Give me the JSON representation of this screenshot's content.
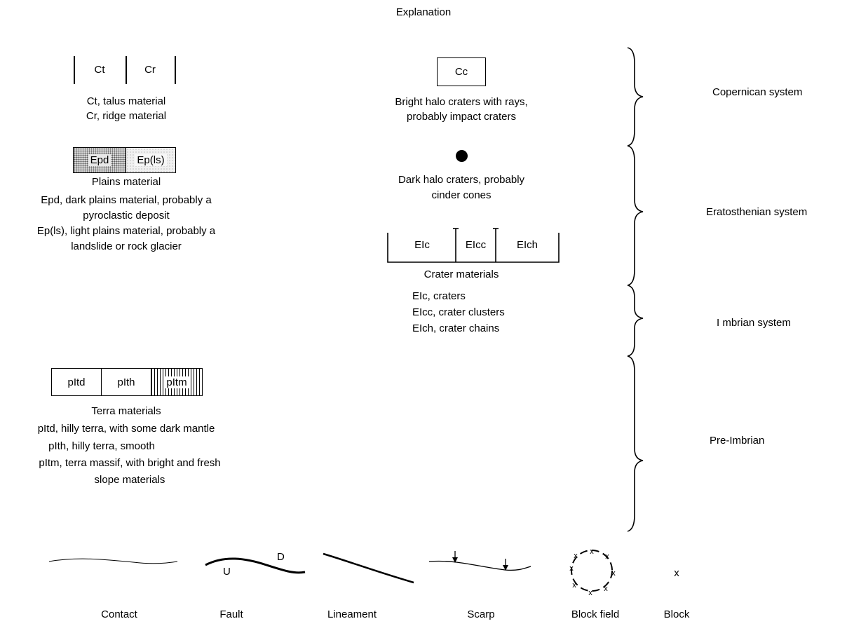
{
  "title": "Explanation",
  "copernican_units": {
    "boxes": [
      "Ct",
      "Cr"
    ],
    "desc": [
      "Ct, talus material",
      "Cr, ridge material"
    ]
  },
  "plains": {
    "boxes": [
      "Epd",
      "Ep(ls)"
    ],
    "heading": "Plains material",
    "desc": [
      "Epd, dark plains material, probably a",
      "pyroclastic deposit",
      "Ep(ls), light plains material, probably a",
      "landslide or rock glacier"
    ]
  },
  "terra": {
    "boxes": [
      "pItd",
      "pIth",
      "pItm"
    ],
    "heading": "Terra materials",
    "desc": [
      "pItd, hilly terra, with some dark mantle",
      "pIth, hilly terra, smooth",
      "pItm, terra massif, with bright and fresh",
      "slope materials"
    ]
  },
  "bright_halo": {
    "box": "Cc",
    "desc": [
      "Bright halo craters with rays,",
      "probably impact craters"
    ]
  },
  "dark_halo": {
    "desc": [
      "Dark halo craters, probably",
      "cinder cones"
    ]
  },
  "crater": {
    "boxes": [
      "EIc",
      "EIcc",
      "EIch"
    ],
    "heading": "Crater materials",
    "desc": [
      "EIc, craters",
      "EIcc, crater clusters",
      "EIch, crater chains"
    ]
  },
  "systems": [
    "Copernican system",
    "Eratosthenian system",
    "I mbrian system",
    "Pre-Imbrian"
  ],
  "symbols": {
    "labels": [
      "Contact",
      "Fault",
      "Lineament",
      "Scarp",
      "Block field",
      "Block"
    ],
    "fault_up": "U",
    "fault_down": "D",
    "block_mark": "x"
  }
}
